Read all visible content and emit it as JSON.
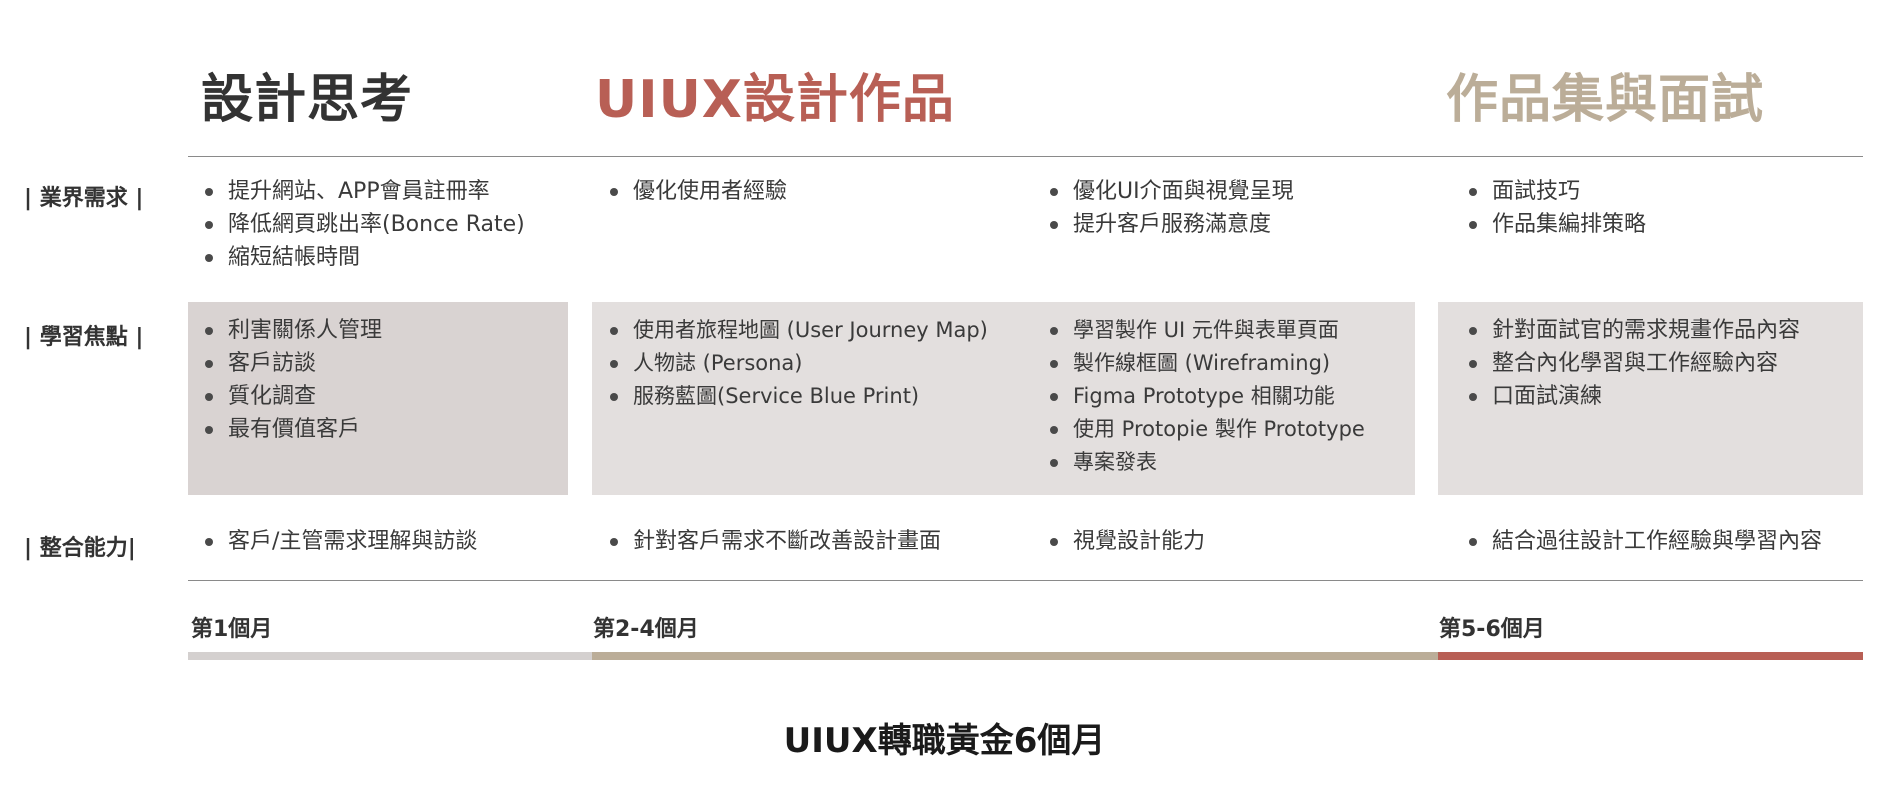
{
  "phases": [
    {
      "title": "設計思考",
      "color": "#333333"
    },
    {
      "title": "UIUX設計作品",
      "color": "#b85f55"
    },
    {
      "title": "作品集與面試",
      "color": "#bbad98"
    }
  ],
  "rows": {
    "industry": {
      "label": "| 業界需求 |",
      "col1": [
        "提升網站、APP會員註冊率",
        "降低網頁跳出率(Bonce Rate)",
        "縮短結帳時間"
      ],
      "col2": [
        "優化使用者經驗"
      ],
      "col3": [
        "優化UI介面與視覺呈現",
        "提升客戶服務滿意度"
      ],
      "col4": [
        "面試技巧",
        "作品集編排策略"
      ]
    },
    "focus": {
      "label": "| 學習焦點 |",
      "col1": [
        "利害關係人管理",
        "客戶訪談",
        "質化調查",
        "最有價值客戶"
      ],
      "col2": [
        "使用者旅程地圖 (User Journey Map)",
        "人物誌 (Persona)",
        "服務藍圖(Service Blue Print)"
      ],
      "col3": [
        "學習製作 UI 元件與表單頁面",
        "製作線框圖 (Wireframing)",
        "Figma Prototype 相關功能",
        "使用 Protopie 製作 Prototype",
        "專案發表"
      ],
      "col4": [
        "針對面試官的需求規畫作品內容",
        "整合內化學習與工作經驗內容",
        "口面試演練"
      ]
    },
    "integration": {
      "label": "| 整合能力|",
      "col1": [
        "客戶/主管需求理解與訪談"
      ],
      "col2": [
        "針對客戶需求不斷改善設計畫面"
      ],
      "col3": [
        "視覺設計能力"
      ],
      "col4": [
        "結合過往設計工作經驗與學習內容"
      ]
    }
  },
  "timeline": [
    {
      "label": "第1個月",
      "color": "#d4d0cf"
    },
    {
      "label": "第2-4個月",
      "color": "#bbad98"
    },
    {
      "label": "第5-6個月",
      "color": "#b85f55"
    }
  ],
  "footer": "UIUX轉職黃金6個月"
}
